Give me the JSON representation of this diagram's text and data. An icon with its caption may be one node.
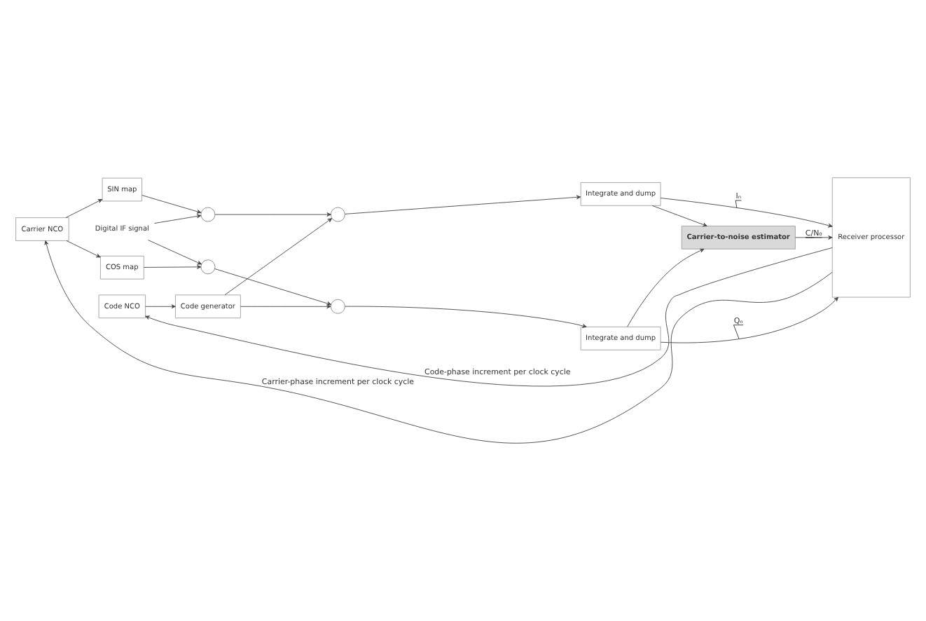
{
  "diagram": {
    "nodes": [
      {
        "text": [
          "Digital IF signal"
        ]
      },
      {
        "text": [],
        "shape": "circle"
      },
      {
        "text": [],
        "shape": "circle"
      },
      {
        "text": [],
        "shape": "circle"
      },
      {
        "text": [],
        "shape": "circle"
      },
      {
        "text": [
          "Integrate and dump"
        ]
      },
      {
        "text": [
          "Carrier-to-noise estimator"
        ]
      },
      {
        "text": [
          "Receiver processor"
        ]
      },
      {
        "text": [
          "Code generator"
        ]
      },
      {
        "text": [
          "Code NCO"
        ]
      },
      {
        "text": [
          "Integrate and dump"
        ]
      },
      {
        "text": [
          "SIN map"
        ]
      },
      {
        "text": [
          "COS map"
        ]
      },
      {
        "text": [
          "Carrier NCO"
        ]
      }
    ],
    "edges": [
      {
        "from": 0,
        "to": 1,
        "arrow": "to"
      },
      {
        "from": 0,
        "to": 3,
        "arrow": "to"
      },
      {
        "from": 1,
        "to": 2,
        "arrow": "to"
      },
      {
        "from": 8,
        "to": 2,
        "arrow": "to"
      },
      {
        "from": 8,
        "to": 4,
        "arrow": "to"
      },
      {
        "from": 3,
        "to": 4,
        "arrow": "to"
      },
      {
        "from": 2,
        "to": 5,
        "arrow": "to"
      },
      {
        "from": 4,
        "to": 10,
        "arrow": "to"
      },
      {
        "from": 5,
        "to": 7,
        "arrow": "to",
        "label": "Iₙ"
      },
      {
        "from": 10,
        "to": 7,
        "arrow": "to",
        "label": "Qₙ"
      },
      {
        "from": 5,
        "to": 6,
        "arrow": "to"
      },
      {
        "from": 10,
        "to": 6,
        "arrow": "to"
      },
      {
        "from": 6,
        "to": 7,
        "arrow": "to",
        "label": "C/N₀"
      },
      {
        "from": 7,
        "to": 9,
        "arrow": "to",
        "label": "Code-phase increment per clock cycle"
      },
      {
        "from": 9,
        "to": 8,
        "arrow": "to"
      },
      {
        "from": 11,
        "to": 1,
        "arrow": "to"
      },
      {
        "from": 12,
        "to": 3,
        "arrow": "to"
      },
      {
        "from": 13,
        "to": 11,
        "arrow": "to"
      },
      {
        "from": 13,
        "to": 12,
        "arrow": "to"
      },
      {
        "from": 7,
        "to": 13,
        "arrow": "to",
        "label": "Carrier-phase increment per clock cycle"
      }
    ]
  }
}
